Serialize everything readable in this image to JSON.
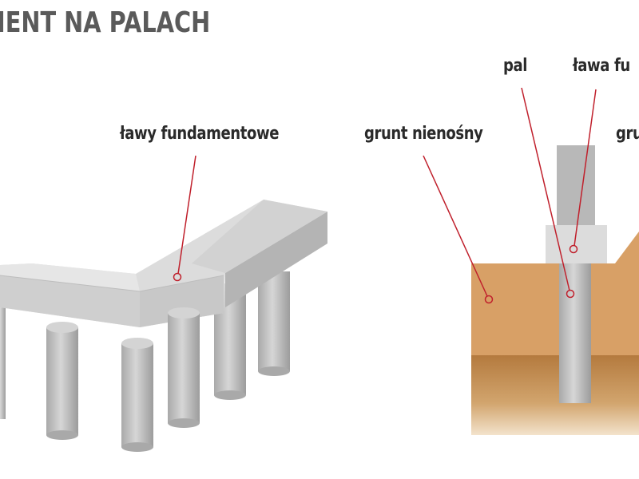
{
  "title": "IENT NA PALACH",
  "left_diagram": {
    "label_beams": "ławy fundamentowe"
  },
  "right_diagram": {
    "label_pile": "pal",
    "label_footing": "ława fu",
    "label_weak_soil": "grunt nienośny",
    "label_bearing_soil": "gru"
  },
  "colors": {
    "leader_line": "#c0202c",
    "concrete_light": "#dcdcdc",
    "concrete_mid": "#c4c4c4",
    "concrete_dark": "#a8a8a8",
    "soil_top": "#d8a066",
    "soil_bottom": "#b57a40"
  }
}
